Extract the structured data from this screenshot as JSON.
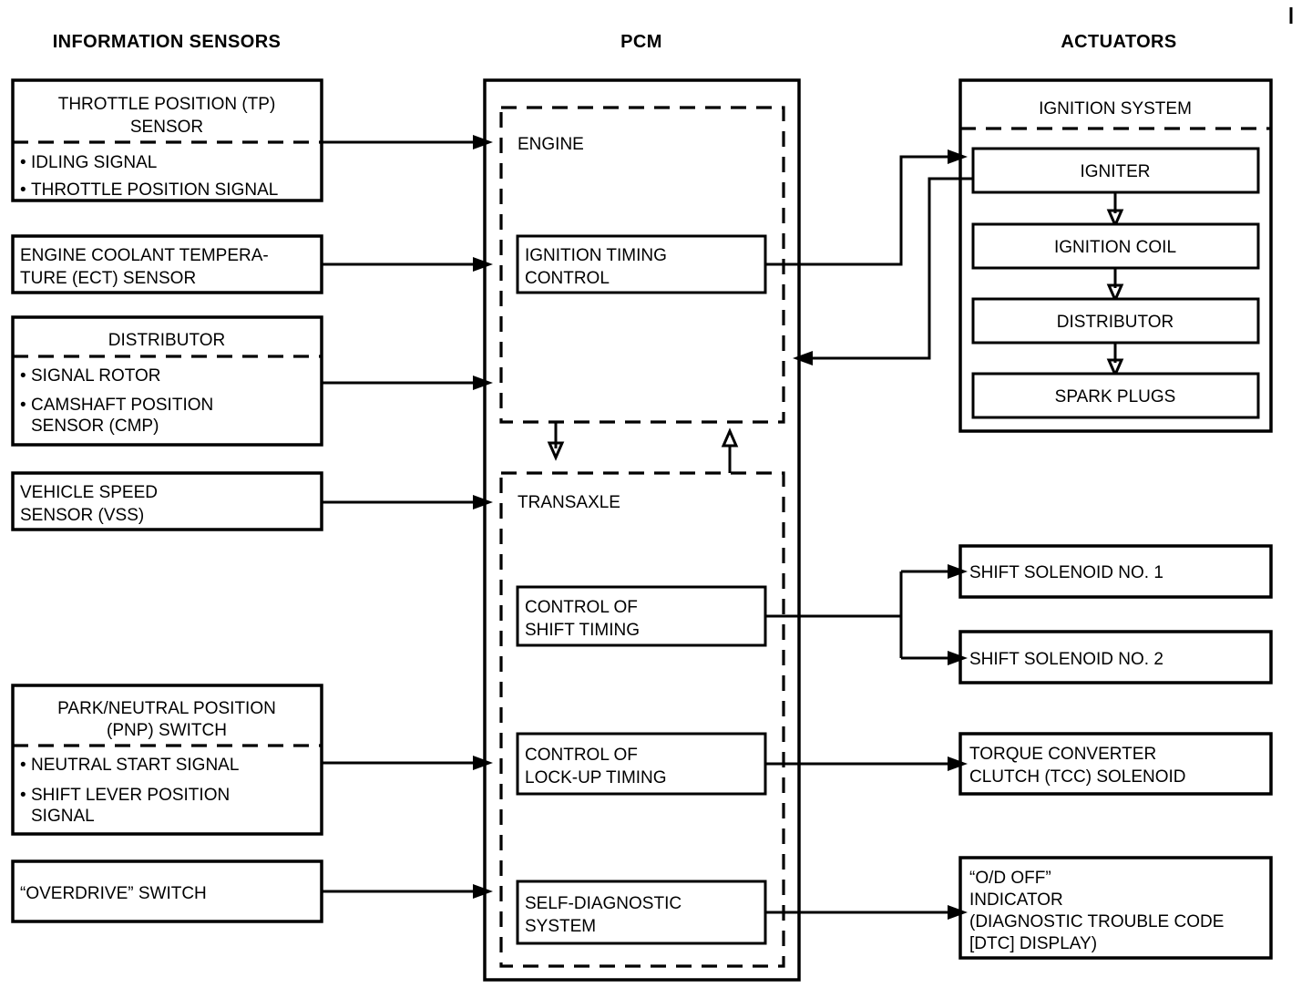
{
  "columns": {
    "sensors_heading": "INFORMATION SENSORS",
    "pcm_heading": "PCM",
    "actuators_heading": "ACTUATORS"
  },
  "sensors": [
    {
      "id": "tp-sensor",
      "title_lines": [
        "THROTTLE POSITION (TP)",
        "SENSOR"
      ],
      "divided": true,
      "items": [
        "IDLING SIGNAL",
        "THROTTLE POSITION SIGNAL"
      ]
    },
    {
      "id": "ect-sensor",
      "title_lines": [
        "ENGINE COOLANT TEMPERA-",
        "TURE (ECT) SENSOR"
      ],
      "divided": false,
      "items": []
    },
    {
      "id": "distributor-sensor",
      "title_lines": [
        "DISTRIBUTOR"
      ],
      "divided": true,
      "items": [
        "SIGNAL ROTOR",
        "CAMSHAFT POSITION",
        "SENSOR (CMP)"
      ]
    },
    {
      "id": "vss-sensor",
      "title_lines": [
        "VEHICLE SPEED",
        "SENSOR (VSS)"
      ],
      "divided": false,
      "items": []
    },
    {
      "id": "pnp-switch",
      "title_lines": [
        "PARK/NEUTRAL POSITION",
        "(PNP) SWITCH"
      ],
      "divided": true,
      "items": [
        "NEUTRAL START SIGNAL",
        "SHIFT LEVER POSITION",
        "SIGNAL"
      ]
    },
    {
      "id": "overdrive-switch",
      "title_lines": [
        "“OVERDRIVE” SWITCH"
      ],
      "divided": false,
      "items": []
    }
  ],
  "pcm": {
    "engine_section_label": "ENGINE",
    "transaxle_section_label": "TRANSAXLE",
    "functions": [
      {
        "id": "ignition-timing-control",
        "lines": [
          "IGNITION TIMING",
          "CONTROL"
        ]
      },
      {
        "id": "control-of-shift-timing",
        "lines": [
          "CONTROL OF",
          "SHIFT TIMING"
        ]
      },
      {
        "id": "control-of-lock-up-timing",
        "lines": [
          "CONTROL OF",
          "LOCK-UP TIMING"
        ]
      },
      {
        "id": "self-diagnostic-system",
        "lines": [
          "SELF-DIAGNOSTIC",
          "SYSTEM"
        ]
      }
    ]
  },
  "actuators": {
    "ignition_system_title": "IGNITION SYSTEM",
    "ignition_chain": [
      {
        "id": "igniter",
        "label": "IGNITER"
      },
      {
        "id": "ignition-coil",
        "label": "IGNITION COIL"
      },
      {
        "id": "distributor-actuator",
        "label": "DISTRIBUTOR"
      },
      {
        "id": "spark-plugs",
        "label": "SPARK PLUGS"
      }
    ],
    "others": [
      {
        "id": "shift-solenoid-1",
        "lines": [
          "SHIFT SOLENOID NO. 1"
        ]
      },
      {
        "id": "shift-solenoid-2",
        "lines": [
          "SHIFT SOLENOID NO. 2"
        ]
      },
      {
        "id": "tcc-solenoid",
        "lines": [
          "TORQUE CONVERTER",
          "CLUTCH (TCC) SOLENOID"
        ]
      },
      {
        "id": "od-off-indicator",
        "lines": [
          "“O/D OFF”",
          "INDICATOR",
          "(DIAGNOSTIC TROUBLE CODE",
          "[DTC] DISPLAY)"
        ]
      }
    ]
  },
  "colors": {
    "ink": "#000000",
    "paper": "#ffffff"
  }
}
